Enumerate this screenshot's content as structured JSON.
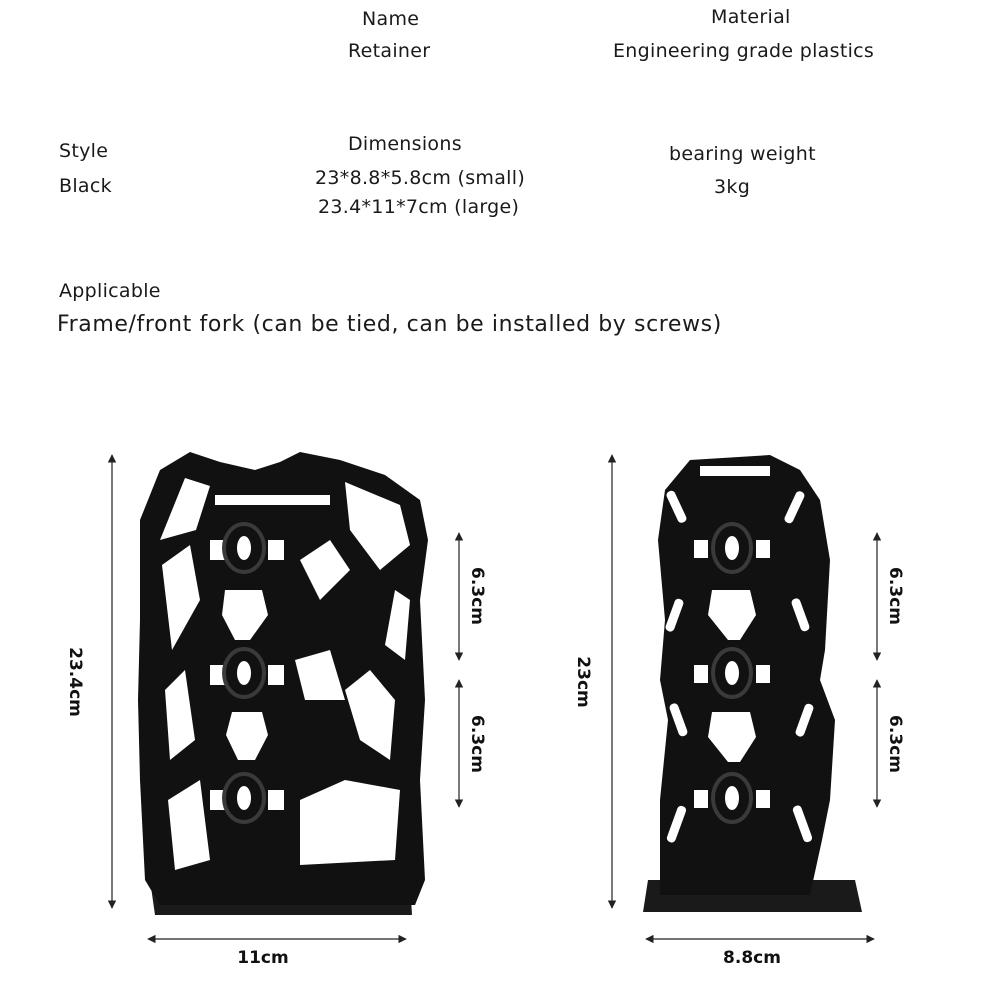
{
  "specs": {
    "name_label": "Name",
    "name_value": "Retainer",
    "material_label": "Material",
    "material_value": "Engineering grade plastics",
    "style_label": "Style",
    "style_value": "Black",
    "dimensions_label": "Dimensions",
    "dimensions_small": "23*8.8*5.8cm (small)",
    "dimensions_large": "23.4*11*7cm (large)",
    "bearing_label": "bearing weight",
    "bearing_value": "3kg",
    "applicable_label": "Applicable",
    "applicable_value": "Frame/front fork (can be tied, can be installed by screws)"
  },
  "diagram": {
    "large": {
      "height": "23.4cm",
      "width": "11cm",
      "spacing_upper": "6.3cm",
      "spacing_lower": "6.3cm"
    },
    "small": {
      "height": "23cm",
      "width": "8.8cm",
      "spacing_upper": "6.3cm",
      "spacing_lower": "6.3cm"
    }
  },
  "colors": {
    "product": "#111111",
    "text": "#1a1a1a",
    "dimension_line": "#222222"
  }
}
